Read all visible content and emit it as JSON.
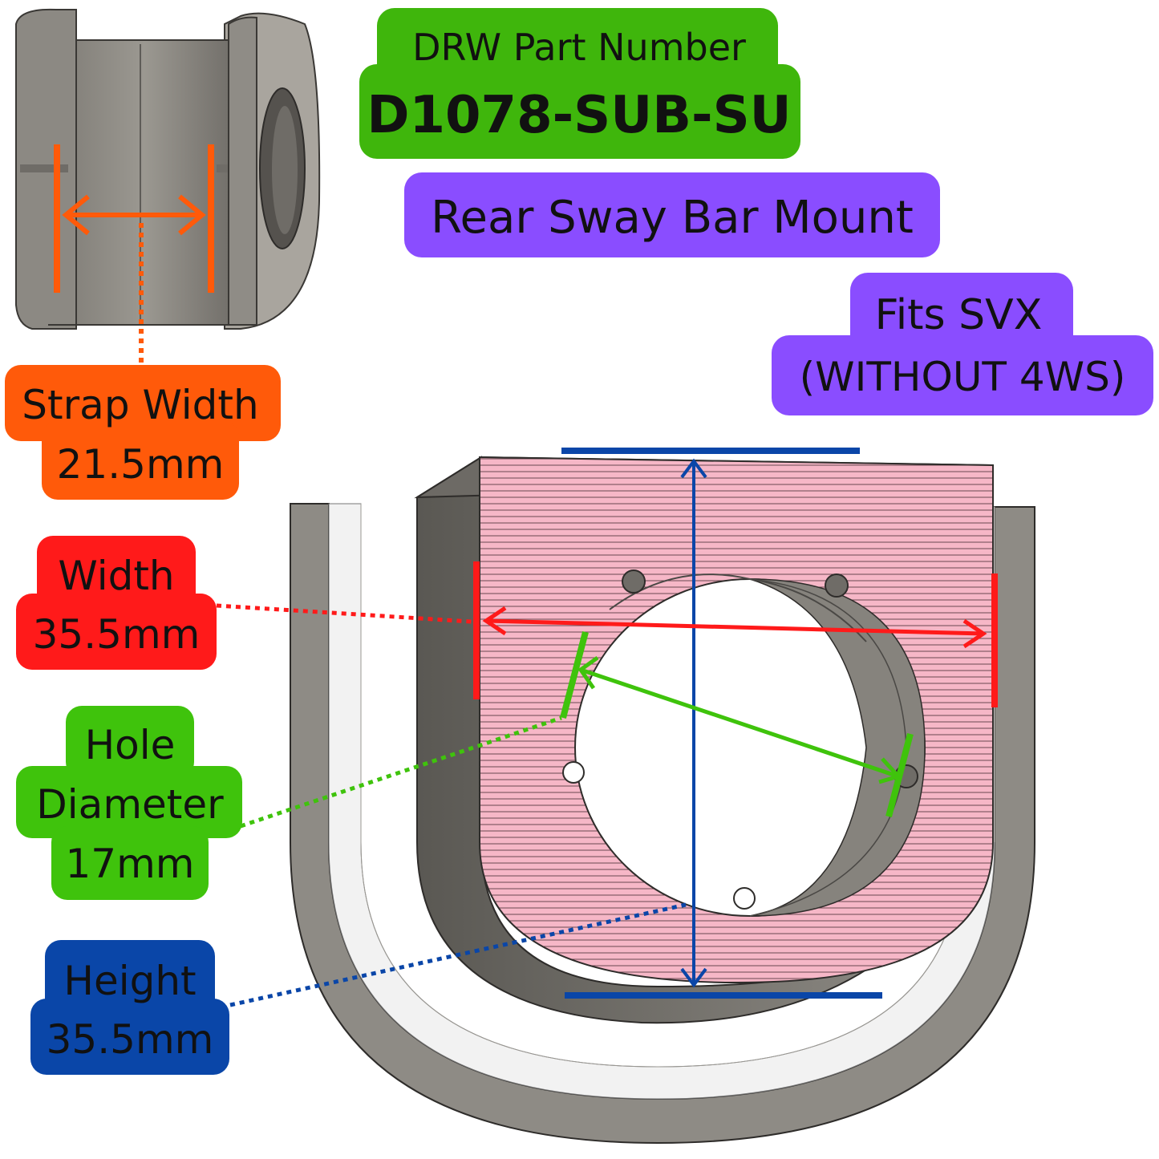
{
  "part_number": {
    "heading": "DRW Part Number",
    "value": "D1078-SUB-SU",
    "color": "#3fb60c"
  },
  "description": {
    "text": "Rear Sway Bar Mount",
    "color": "#8a4dff"
  },
  "fitment": {
    "line1": "Fits SVX",
    "line2": "(WITHOUT 4WS)",
    "color": "#8a4dff"
  },
  "dimensions": {
    "strap_width": {
      "label": "Strap Width",
      "value": "21.5mm",
      "color": "#ff5a0a"
    },
    "width": {
      "label": "Width",
      "value": "35.5mm",
      "color": "#ff1a1a"
    },
    "hole_diameter": {
      "label_line1": "Hole",
      "label_line2": "Diameter",
      "value": "17mm",
      "color": "#3fc30c"
    },
    "height": {
      "label": "Height",
      "value": "35.5mm",
      "color": "#0a46a8"
    }
  }
}
